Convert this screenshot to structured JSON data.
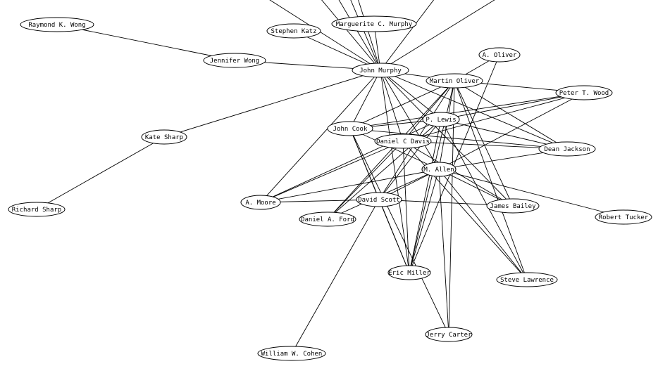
{
  "nodes": [
    {
      "id": "raymond",
      "label": "Raymond K. Wong"
    },
    {
      "id": "stephen",
      "label": "Stephen Katz"
    },
    {
      "id": "marguerite",
      "label": "Marguerite C. Murphy"
    },
    {
      "id": "jennifer",
      "label": "Jennifer Wong"
    },
    {
      "id": "john_murphy",
      "label": "John Murphy"
    },
    {
      "id": "a_oliver",
      "label": "A. Oliver"
    },
    {
      "id": "martin",
      "label": "Martin Oliver"
    },
    {
      "id": "peter",
      "label": "Peter T. Wood"
    },
    {
      "id": "p_lewis",
      "label": "P. Lewis"
    },
    {
      "id": "john_cook",
      "label": "John Cook"
    },
    {
      "id": "kate",
      "label": "Kate Sharp"
    },
    {
      "id": "daniel_c",
      "label": "Daniel C Davis"
    },
    {
      "id": "dean",
      "label": "Dean Jackson"
    },
    {
      "id": "m_allen",
      "label": "M. Allen"
    },
    {
      "id": "richard",
      "label": "Richard Sharp"
    },
    {
      "id": "a_moore",
      "label": "A. Moore"
    },
    {
      "id": "david",
      "label": "David Scott"
    },
    {
      "id": "james",
      "label": "James Bailey"
    },
    {
      "id": "robert",
      "label": "Robert Tucker"
    },
    {
      "id": "daniel_a",
      "label": "Daniel A. Ford"
    },
    {
      "id": "eric",
      "label": "Eric Miller"
    },
    {
      "id": "steve",
      "label": "Steve Lawrence"
    },
    {
      "id": "jerry",
      "label": "Jerry Carter"
    },
    {
      "id": "william",
      "label": "William W. Cohen"
    }
  ],
  "edges": [
    [
      "raymond",
      "jennifer"
    ],
    [
      "jennifer",
      "john_murphy"
    ],
    [
      "stephen",
      "john_murphy"
    ],
    [
      "marguerite",
      "john_murphy"
    ],
    [
      "kate",
      "john_murphy"
    ],
    [
      "kate",
      "richard"
    ],
    [
      "john_murphy",
      "martin"
    ],
    [
      "john_murphy",
      "john_cook"
    ],
    [
      "john_murphy",
      "a_moore"
    ],
    [
      "john_murphy",
      "p_lewis"
    ],
    [
      "john_murphy",
      "m_allen"
    ],
    [
      "john_murphy",
      "dean"
    ],
    [
      "john_murphy",
      "james"
    ],
    [
      "john_murphy",
      "eric"
    ],
    [
      "john_murphy",
      "daniel_c"
    ],
    [
      "a_oliver",
      "martin"
    ],
    [
      "a_oliver",
      "eric"
    ],
    [
      "martin",
      "peter"
    ],
    [
      "martin",
      "john_cook"
    ],
    [
      "martin",
      "dean"
    ],
    [
      "martin",
      "james"
    ],
    [
      "martin",
      "steve"
    ],
    [
      "martin",
      "eric"
    ],
    [
      "martin",
      "jerry"
    ],
    [
      "martin",
      "david"
    ],
    [
      "martin",
      "daniel_a"
    ],
    [
      "martin",
      "m_allen"
    ],
    [
      "martin",
      "daniel_c"
    ],
    [
      "peter",
      "john_cook"
    ],
    [
      "peter",
      "daniel_c"
    ],
    [
      "peter",
      "m_allen"
    ],
    [
      "peter",
      "p_lewis"
    ],
    [
      "p_lewis",
      "dean"
    ],
    [
      "p_lewis",
      "david"
    ],
    [
      "p_lewis",
      "steve"
    ],
    [
      "p_lewis",
      "eric"
    ],
    [
      "p_lewis",
      "john_cook"
    ],
    [
      "p_lewis",
      "daniel_a"
    ],
    [
      "john_cook",
      "m_allen"
    ],
    [
      "john_cook",
      "dean"
    ],
    [
      "john_cook",
      "eric"
    ],
    [
      "john_cook",
      "jerry"
    ],
    [
      "john_cook",
      "david"
    ],
    [
      "daniel_c",
      "dean"
    ],
    [
      "daniel_c",
      "james"
    ],
    [
      "daniel_c",
      "a_moore"
    ],
    [
      "daniel_c",
      "steve"
    ],
    [
      "daniel_c",
      "eric"
    ],
    [
      "daniel_c",
      "daniel_a"
    ],
    [
      "m_allen",
      "dean"
    ],
    [
      "m_allen",
      "robert"
    ],
    [
      "m_allen",
      "a_moore"
    ],
    [
      "m_allen",
      "james"
    ],
    [
      "m_allen",
      "steve"
    ],
    [
      "m_allen",
      "eric"
    ],
    [
      "m_allen",
      "jerry"
    ],
    [
      "m_allen",
      "david"
    ],
    [
      "a_moore",
      "david"
    ],
    [
      "a_moore",
      "p_lewis"
    ],
    [
      "david",
      "william"
    ],
    [
      "david",
      "james"
    ],
    [
      "david",
      "eric"
    ],
    [
      "daniel_a",
      "m_allen"
    ]
  ]
}
